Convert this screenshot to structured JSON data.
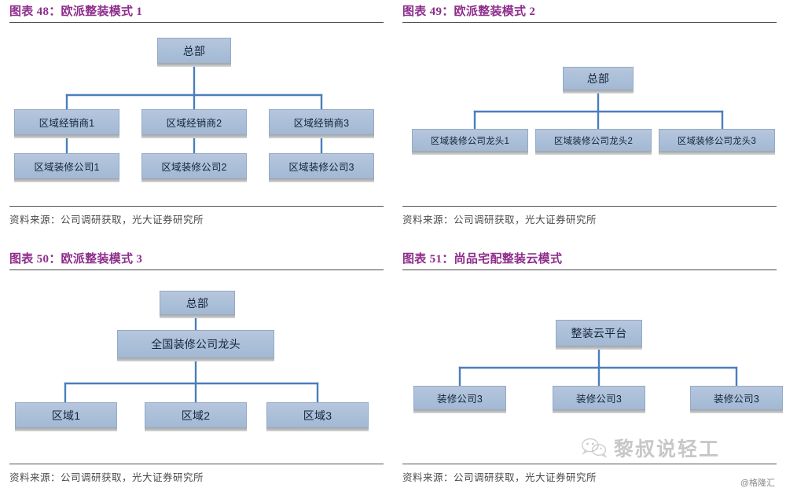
{
  "panels": [
    {
      "id": "panel-48",
      "title": "图表 48：欧派整装模式 1",
      "title_prefix": "图表 48：",
      "title_name": "欧派整装模式 1",
      "source": "资料来源：公司调研获取，光大证券研究所",
      "chart_data": {
        "type": "diagram",
        "title": "欧派整装模式 1",
        "nodes": [
          {
            "id": "hq",
            "label": "总部",
            "level": 0
          },
          {
            "id": "d1",
            "label": "区域经销商1",
            "level": 1
          },
          {
            "id": "d2",
            "label": "区域经销商2",
            "level": 1
          },
          {
            "id": "d3",
            "label": "区域经销商3",
            "level": 1
          },
          {
            "id": "c1",
            "label": "区域装修公司1",
            "level": 2
          },
          {
            "id": "c2",
            "label": "区域装修公司2",
            "level": 2
          },
          {
            "id": "c3",
            "label": "区域装修公司3",
            "level": 2
          }
        ],
        "edges": [
          [
            "hq",
            "d1"
          ],
          [
            "hq",
            "d2"
          ],
          [
            "hq",
            "d3"
          ],
          [
            "d1",
            "c1"
          ],
          [
            "d2",
            "c2"
          ],
          [
            "d3",
            "c3"
          ]
        ]
      }
    },
    {
      "id": "panel-49",
      "title": "图表 49：欧派整装模式 2",
      "title_prefix": "图表 49：",
      "title_name": "欧派整装模式 2",
      "source": "资料来源：公司调研获取，光大证券研究所",
      "chart_data": {
        "type": "diagram",
        "title": "欧派整装模式 2",
        "nodes": [
          {
            "id": "hq",
            "label": "总部",
            "level": 0
          },
          {
            "id": "a1",
            "label": "区域装修公司龙头1",
            "level": 1
          },
          {
            "id": "a2",
            "label": "区域装修公司龙头2",
            "level": 1
          },
          {
            "id": "a3",
            "label": "区域装修公司龙头3",
            "level": 1
          }
        ],
        "edges": [
          [
            "hq",
            "a1"
          ],
          [
            "hq",
            "a2"
          ],
          [
            "hq",
            "a3"
          ]
        ]
      }
    },
    {
      "id": "panel-50",
      "title": "图表 50：欧派整装模式 3",
      "title_prefix": "图表 50：",
      "title_name": "欧派整装模式 3",
      "source": "资料来源：公司调研获取，光大证券研究所",
      "chart_data": {
        "type": "diagram",
        "title": "欧派整装模式 3",
        "nodes": [
          {
            "id": "hq",
            "label": "总部",
            "level": 0
          },
          {
            "id": "lead",
            "label": "全国装修公司龙头",
            "level": 1
          },
          {
            "id": "r1",
            "label": "区域1",
            "level": 2
          },
          {
            "id": "r2",
            "label": "区域2",
            "level": 2
          },
          {
            "id": "r3",
            "label": "区域3",
            "level": 2
          }
        ],
        "edges": [
          [
            "hq",
            "lead"
          ],
          [
            "lead",
            "r1"
          ],
          [
            "lead",
            "r2"
          ],
          [
            "lead",
            "r3"
          ]
        ]
      }
    },
    {
      "id": "panel-51",
      "title": "图表 51：尚品宅配整装云模式",
      "title_prefix": "图表 51：",
      "title_name": "尚品宅配整装云模式",
      "source": "资料来源：公司调研获取，光大证券研究所",
      "chart_data": {
        "type": "diagram",
        "title": "尚品宅配整装云模式",
        "nodes": [
          {
            "id": "cloud",
            "label": "整装云平台",
            "level": 0
          },
          {
            "id": "p1",
            "label": "装修公司3",
            "level": 1
          },
          {
            "id": "p2",
            "label": "装修公司3",
            "level": 1
          },
          {
            "id": "p3",
            "label": "装修公司3",
            "level": 1
          }
        ],
        "edges": [
          [
            "cloud",
            "p1"
          ],
          [
            "cloud",
            "p2"
          ],
          [
            "cloud",
            "p3"
          ]
        ]
      }
    }
  ],
  "nodes": {
    "hq": "总部",
    "dealer1": "区域经销商1",
    "dealer2": "区域经销商2",
    "dealer3": "区域经销商3",
    "co1": "区域装修公司1",
    "co2": "区域装修公司2",
    "co3": "区域装修公司3",
    "lead1": "区域装修公司龙头1",
    "lead2": "区域装修公司龙头2",
    "lead3": "区域装修公司龙头3",
    "nationlead": "全国装修公司龙头",
    "region1": "区域1",
    "region2": "区域2",
    "region3": "区域3",
    "cloud": "整装云平台",
    "deco1": "装修公司3",
    "deco2": "装修公司3",
    "deco3": "装修公司3"
  },
  "watermark": {
    "text": "黎叔说轻工",
    "credit": "@格隆汇"
  },
  "colors": {
    "title": "#8e2d8c",
    "node_fill": "#aabfd8",
    "node_border": "#93a9c6",
    "node_shadow": "#a9acaf",
    "connector": "#4a7ebb",
    "rule": "#4a4a4a"
  }
}
